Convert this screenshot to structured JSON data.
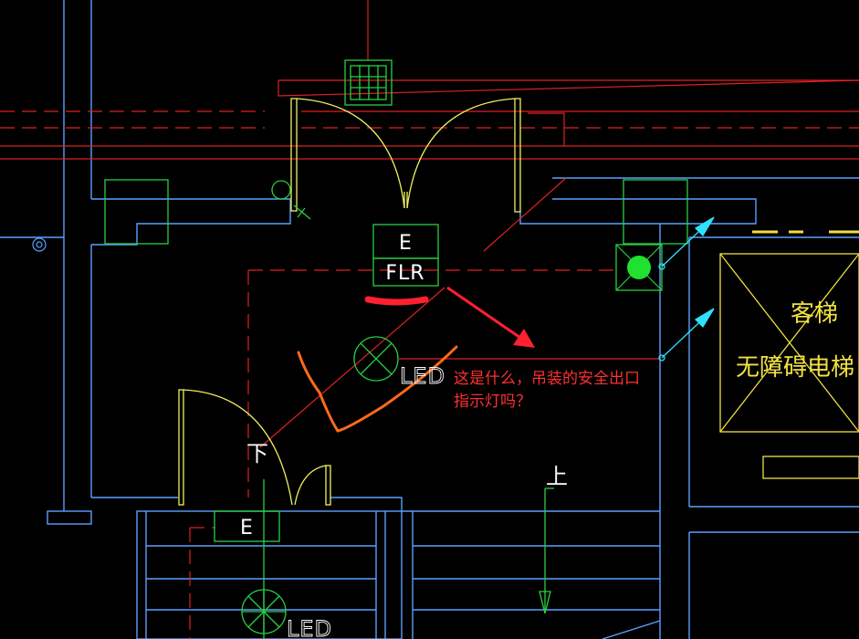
{
  "colors": {
    "background": "#000000",
    "wall": "#5aa0ff",
    "circuit": "#e02020",
    "fixture": "#28d040",
    "door": "#f0f060",
    "label": "#ffffff",
    "elevator": "#f0e040",
    "annotation": "#ff3030",
    "markup_stroke": "#ff6a1a",
    "cyan_arrow": "#30e0ff"
  },
  "fixture_labels": {
    "exit_sign_top": "E",
    "floor_indicator": "FLR",
    "exit_sign_bottom": "E",
    "led_top": "LED",
    "led_bottom": "LED"
  },
  "stair_labels": {
    "down": "下",
    "up": "上"
  },
  "elevator": {
    "passenger": "客梯",
    "accessible": "无障碍电梯"
  },
  "annotation": {
    "line1": "这是什么，吊装的安全出口",
    "line2": "指示灯吗？"
  },
  "icons": {
    "grille": "ventilation-grille-icon",
    "green_dot": "fire-alarm-icon",
    "target": "junction-box-icon",
    "led": "led-light-icon"
  }
}
